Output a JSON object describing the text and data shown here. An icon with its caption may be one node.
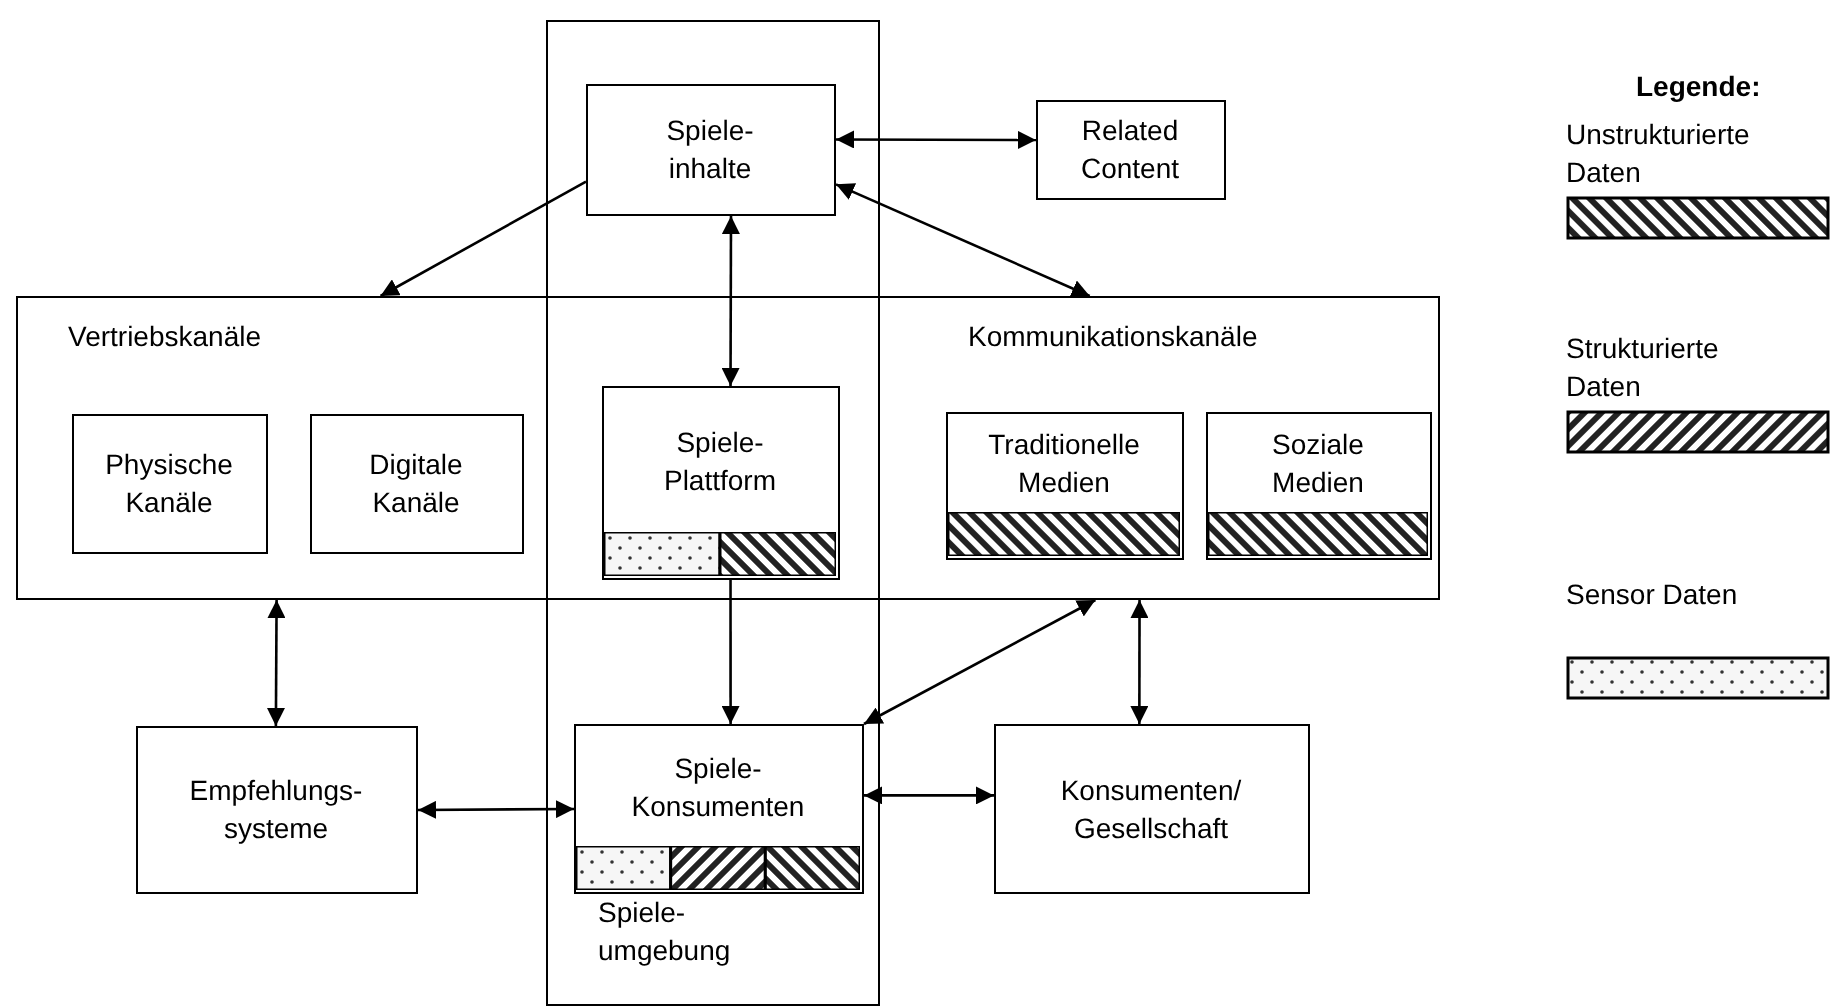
{
  "diagram": {
    "nodes": [
      {
        "text": [
          "Spiele- umgebung"
        ]
      },
      {
        "text": [
          "Spiele- inhalte"
        ],
        "in": 0
      },
      {
        "text": [
          "Related Content"
        ]
      },
      {
        "text": [
          "Vertriebskanäle",
          "Kommunikationskanäle"
        ]
      },
      {
        "text": [
          "Physische Kanäle"
        ],
        "in": 3
      },
      {
        "text": [
          "Digitale Kanäle"
        ],
        "in": 3
      },
      {
        "text": [
          "Spiele- Plattform"
        ]
      },
      {
        "text": [
          "Traditionelle Medien"
        ],
        "in": 3
      },
      {
        "text": [
          "Soziale Medien"
        ],
        "in": 3
      },
      {
        "text": [
          "Empfehlungs- systeme"
        ]
      },
      {
        "text": [
          "Spiele- Konsumenten"
        ],
        "in": 0
      },
      {
        "text": [
          "Konsumenten/ Gesellschaft"
        ]
      }
    ],
    "edges": [
      {
        "from": 1,
        "to": 3,
        "arrow": "to"
      },
      {
        "from": 1,
        "to": 2,
        "arrow": "both"
      },
      {
        "from": 1,
        "to": 3,
        "arrow": "both"
      },
      {
        "from": 1,
        "to": 6,
        "arrow": "both"
      },
      {
        "from": 6,
        "to": 10,
        "arrow": "to"
      },
      {
        "from": 3,
        "to": 9,
        "arrow": "both"
      },
      {
        "from": 10,
        "to": 3,
        "arrow": "both"
      },
      {
        "from": 3,
        "to": 11,
        "arrow": "both"
      },
      {
        "from": 9,
        "to": 10,
        "arrow": "both"
      },
      {
        "from": 10,
        "to": 11,
        "arrow": "both"
      }
    ],
    "labels": [
      "Legende:"
    ],
    "legend": [
      {
        "text": "Unstrukturierte Daten"
      },
      {
        "text": "Strukturierte Daten"
      },
      {
        "text": "Sensor Daten"
      }
    ]
  }
}
